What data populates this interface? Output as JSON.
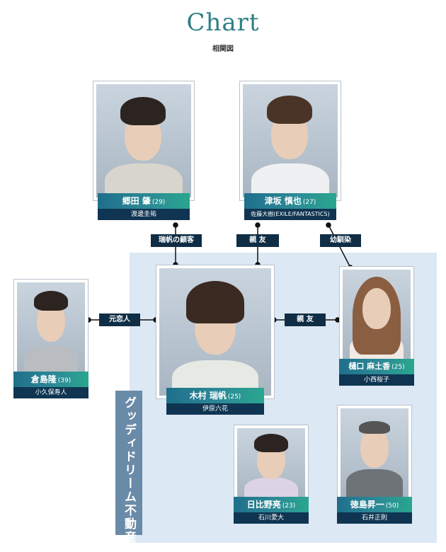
{
  "header": {
    "title": "Chart",
    "subtitle": "相関図"
  },
  "company": {
    "label": "グッディドリーム不動産",
    "band_color": "#6a8ba8",
    "area_color": "#dce8f3"
  },
  "accent": {
    "name_bar_from": "#1f6f8b",
    "name_bar_to": "#2aa68f",
    "actor_bar": "#0f3552",
    "relation_label": "#0f2e45"
  },
  "characters": {
    "gouda": {
      "name": "郷田 肇",
      "age": "(29)",
      "actor": "渡邊圭祐"
    },
    "tsusaka": {
      "name": "津坂 慎也",
      "age": "(27)",
      "actor": "佐藤大樹(EXILE/FANTASTICS)"
    },
    "kimura": {
      "name": "木村 瑞帆",
      "age": "(25)",
      "actor": "伊原六花"
    },
    "kurashima": {
      "name": "倉島隆",
      "age": "(39)",
      "actor": "小久保寿人"
    },
    "higuchi": {
      "name": "樋口 麻土香",
      "age": "(25)",
      "actor": "小西桜子"
    },
    "hibino": {
      "name": "日比野亮",
      "age": "(23)",
      "actor": "石川愛大"
    },
    "tokushima": {
      "name": "徳島昇一",
      "age": "(50)",
      "actor": "石井正則"
    }
  },
  "relations": {
    "gouda_kimura": "瑞帆の顧客",
    "tsusaka_kimura": "親 友",
    "tsusaka_higuchi": "幼馴染",
    "kurashima_kimura": "元恋人",
    "kimura_higuchi": "親 友"
  }
}
